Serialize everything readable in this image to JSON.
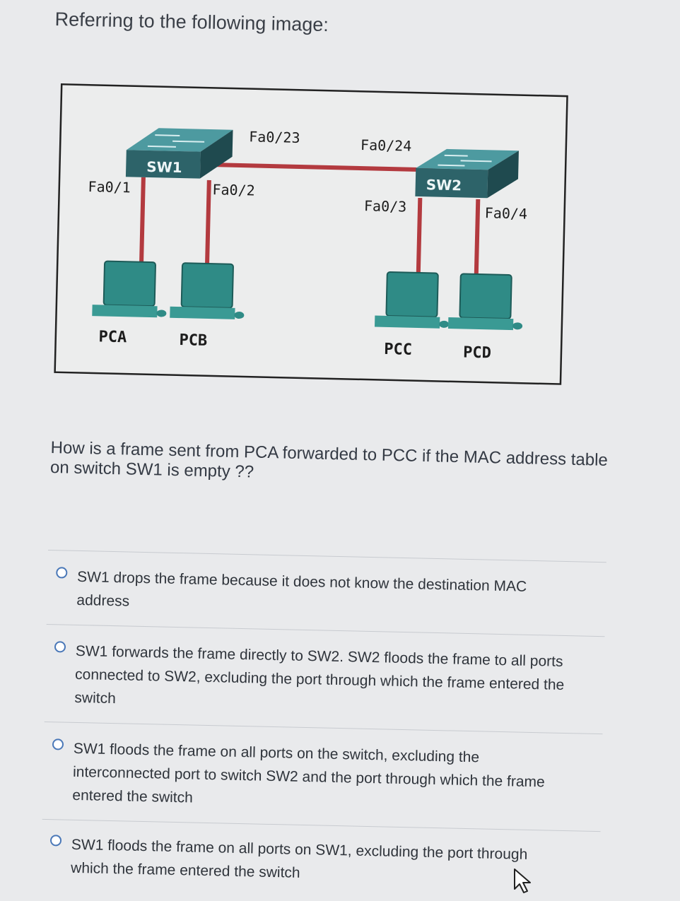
{
  "intro": "Referring to the following image:",
  "diagram": {
    "switches": [
      {
        "id": "sw1",
        "label": "SW1"
      },
      {
        "id": "sw2",
        "label": "SW2"
      }
    ],
    "ports": {
      "fa0_23": "Fa0/23",
      "fa0_24": "Fa0/24",
      "fa0_1": "Fa0/1",
      "fa0_2": "Fa0/2",
      "fa0_3": "Fa0/3",
      "fa0_4": "Fa0/4"
    },
    "hosts": [
      {
        "id": "pca",
        "label": "PCA"
      },
      {
        "id": "pcb",
        "label": "PCB"
      },
      {
        "id": "pcc",
        "label": "PCC"
      },
      {
        "id": "pcd",
        "label": "PCD"
      }
    ],
    "colors": {
      "cable": "#b33a3f",
      "switch_top": "#3f8f96",
      "switch_side": "#2b5f66",
      "pc": "#2f8b86"
    }
  },
  "question": "How is a frame sent from PCA forwarded to PCC if the MAC address table on switch SW1 is empty ??",
  "options": [
    {
      "text": "SW1 drops the frame because it does not know the destination MAC address"
    },
    {
      "text": "SW1 forwards the frame directly to SW2. SW2 floods the frame to all ports connected to SW2, excluding the port through which the frame entered the switch"
    },
    {
      "text": "SW1 floods the frame on all ports on the switch, excluding the interconnected port to switch SW2 and the port through which the frame entered the switch"
    },
    {
      "text": "SW1 floods the frame on all ports on SW1, excluding the port through which the frame entered the switch"
    }
  ],
  "icons": {
    "cursor": "mouse-pointer-icon",
    "radio": "radio-button-icon"
  }
}
